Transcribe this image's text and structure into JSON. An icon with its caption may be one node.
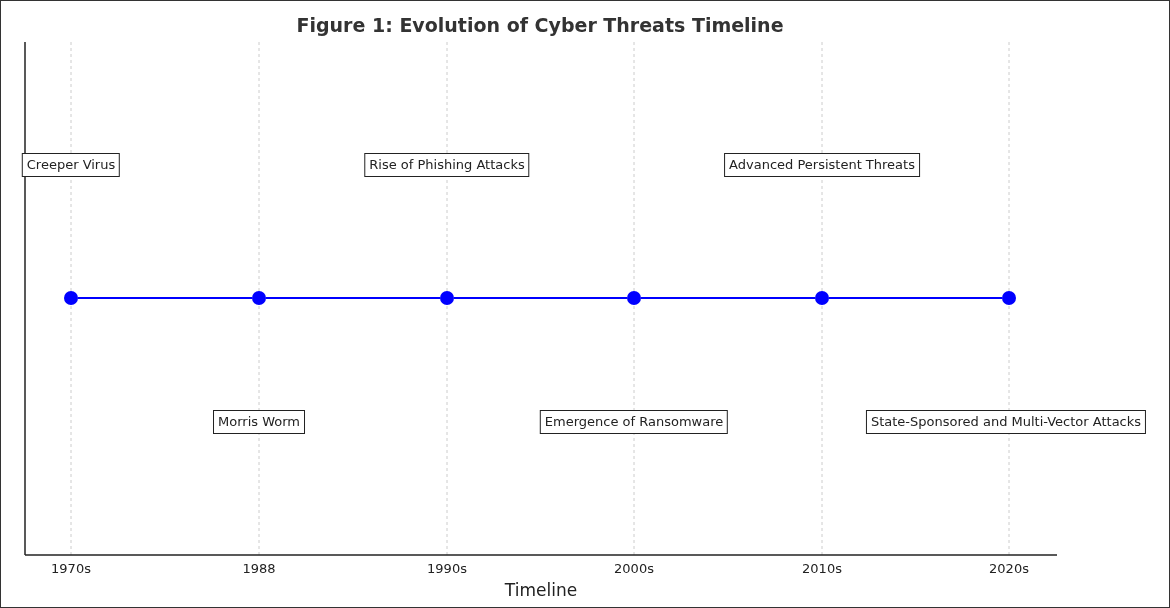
{
  "diagram": {
    "title": "Figure 1: Evolution of Cyber Threats Timeline",
    "nodes": [
      {
        "text": [
          "Creeper Virus"
        ]
      },
      {
        "text": [
          "Rise of Phishing Attacks"
        ]
      },
      {
        "text": [
          "Advanced Persistent Threats"
        ]
      },
      {
        "text": [],
        "shape": "circle"
      },
      {
        "text": [],
        "shape": "circle"
      },
      {
        "text": [],
        "shape": "circle"
      },
      {
        "text": [],
        "shape": "circle"
      },
      {
        "text": [],
        "shape": "circle"
      },
      {
        "text": [],
        "shape": "circle"
      },
      {
        "text": [
          "Morris Worm"
        ]
      },
      {
        "text": [
          "Emergence of Ransomware"
        ]
      },
      {
        "text": [
          "State-Sponsored and Multi-Vector Attacks"
        ]
      }
    ],
    "edges": [
      {
        "from": 3,
        "to": 4,
        "arrow": "none"
      },
      {
        "from": 4,
        "to": 5,
        "arrow": "none"
      },
      {
        "from": 5,
        "to": 6,
        "arrow": "none"
      },
      {
        "from": 6,
        "to": 7,
        "arrow": "none"
      },
      {
        "from": 7,
        "to": 8,
        "arrow": "none"
      }
    ],
    "labels": [
      "1970s",
      "1988",
      "1990s",
      "2000s",
      "2010s",
      "2020s",
      "Timeline"
    ]
  }
}
